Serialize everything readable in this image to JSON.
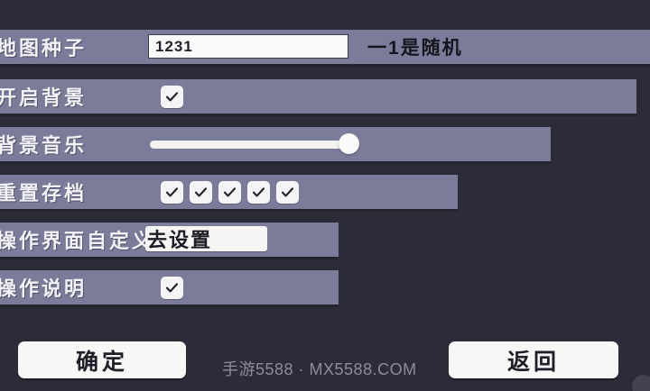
{
  "screen": {
    "background_color": "#2b2c38",
    "row_color": "#7b7c99"
  },
  "rows": [
    {
      "id": "map-seed",
      "label": "地图种子",
      "control": "text-input",
      "input_value": "1231",
      "hint": "一1是随机"
    },
    {
      "id": "enable-background",
      "label": "开启背景",
      "control": "checkbox",
      "checked": true
    },
    {
      "id": "background-music",
      "label": "背景音乐",
      "control": "slider",
      "slider_value": 100
    },
    {
      "id": "reset-save",
      "label": "重置存档",
      "control": "checkbox-group",
      "checkboxes": [
        true,
        true,
        true,
        true,
        true
      ]
    },
    {
      "id": "ui-customization",
      "label": "操作界面自定义",
      "control": "button",
      "button_label": "去设置"
    },
    {
      "id": "operation-instructions",
      "label": "操作说明",
      "control": "checkbox",
      "checked": true
    }
  ],
  "footer": {
    "confirm_label": "确定",
    "back_label": "返回",
    "watermark": "手游5588 · MX5588.COM"
  }
}
